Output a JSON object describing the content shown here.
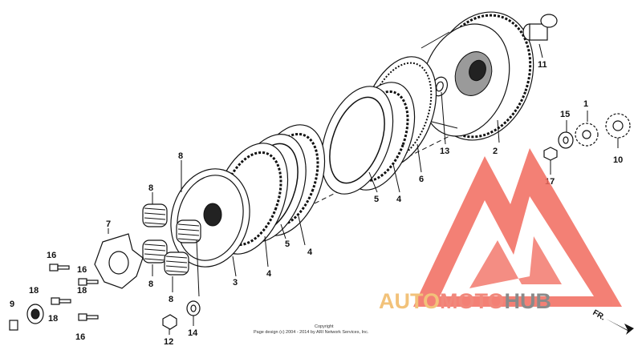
{
  "part_labels": {
    "p1": "1",
    "p2": "2",
    "p3": "3",
    "p4a": "4",
    "p4b": "4",
    "p4c": "4",
    "p5a": "5",
    "p5b": "5",
    "p6": "6",
    "p7": "7",
    "p8a": "8",
    "p8b": "8",
    "p8c": "8",
    "p8d": "8",
    "p9": "9",
    "p10": "10",
    "p11": "11",
    "p12": "12",
    "p13": "13",
    "p14": "14",
    "p15": "15",
    "p16a": "16",
    "p16b": "16",
    "p17": "17",
    "p18a": "18",
    "p18b": "18",
    "p18c": "18"
  },
  "copyright": {
    "line1": "Copyright",
    "line2": "Page design (c) 2004 - 2014 by ARI Network Services, Inc."
  },
  "watermark": {
    "auto": "AUTO",
    "moto": "MOTO",
    "hub": "HUB",
    "colors": {
      "auto": "#f2c27a",
      "moto": "#f1887c",
      "hub": "#8a8a8a",
      "triangle": "#f26b5e"
    }
  },
  "direction_marker": {
    "text": "FR."
  }
}
